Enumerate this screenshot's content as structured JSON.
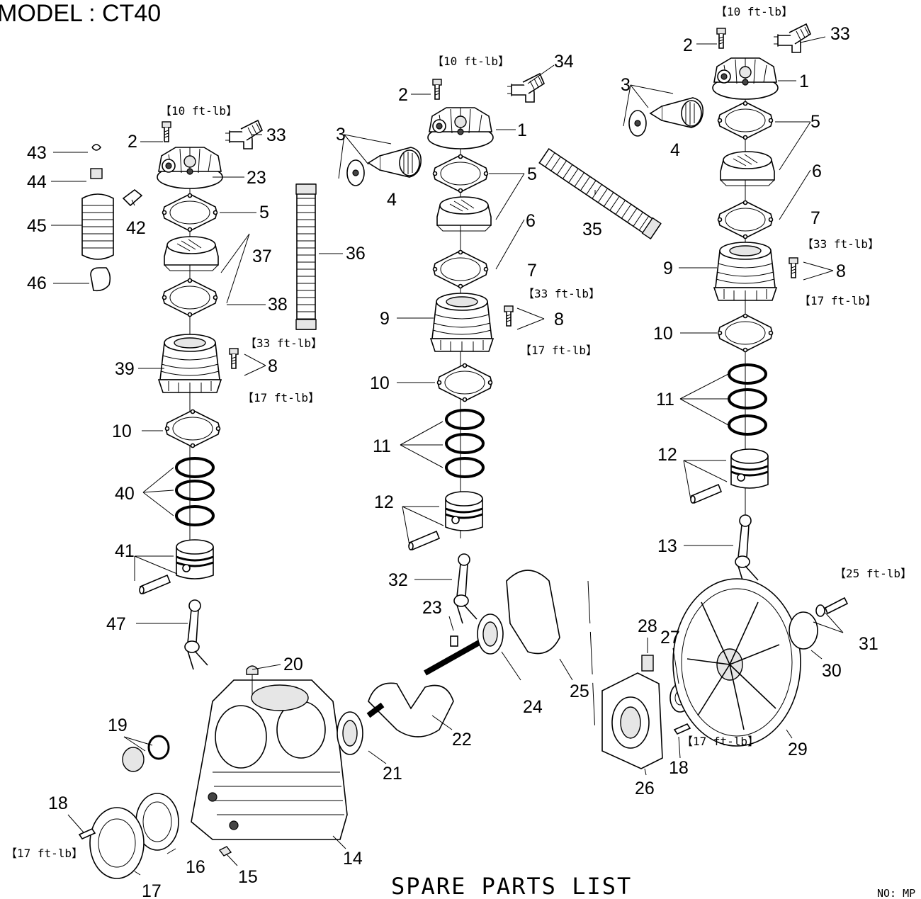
{
  "model_label": "MODEL : CT40",
  "footer_title": "SPARE PARTS LIST",
  "doc_no": "NO: MP",
  "torque": {
    "t10": "【10 ft-lb】",
    "t33": "【33 ft-lb】",
    "t17": "【17 ft-lb】",
    "t25": "【25 ft-lb】"
  },
  "parts": {
    "p1": "1",
    "p2": "2",
    "p3": "3",
    "p4": "4",
    "p5": "5",
    "p6": "6",
    "p7": "7",
    "p8": "8",
    "p9": "9",
    "p10": "10",
    "p11": "11",
    "p12": "12",
    "p13": "13",
    "p14": "14",
    "p15": "15",
    "p16": "16",
    "p17": "17",
    "p18": "18",
    "p19": "19",
    "p20": "20",
    "p21": "21",
    "p22": "22",
    "p23": "23",
    "p24": "24",
    "p25": "25",
    "p26": "26",
    "p27": "27",
    "p28": "28",
    "p29": "29",
    "p30": "30",
    "p31": "31",
    "p32": "32",
    "p33": "33",
    "p34": "34",
    "p35": "35",
    "p36": "36",
    "p37": "37",
    "p38": "38",
    "p39": "39",
    "p40": "40",
    "p41": "41",
    "p42": "42",
    "p43": "43",
    "p44": "44",
    "p45": "45",
    "p46": "46",
    "p47": "47"
  }
}
